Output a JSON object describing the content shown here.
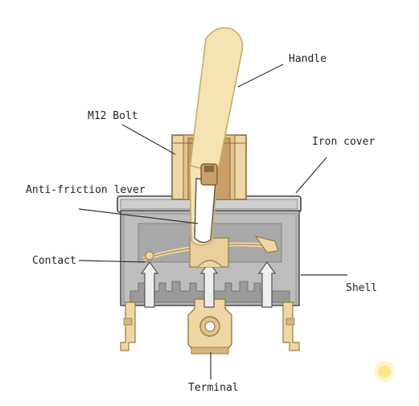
{
  "labels": {
    "handle": "Handle",
    "bolt": "M12 Bolt",
    "iron_cover": "Iron cover",
    "lever": "Anti-friction lever",
    "contact": "Contact",
    "shell": "Shell",
    "terminal": "Terminal"
  },
  "colors": {
    "handle": "#f5e3b3",
    "handle_stroke": "#c7ab6e",
    "brass": "#efd6a5",
    "brass_dark": "#b08a55",
    "shell": "#b3b3b3",
    "shell_dark": "#8f8f8f",
    "cover": "#e8e8e8",
    "line": "#333333"
  }
}
